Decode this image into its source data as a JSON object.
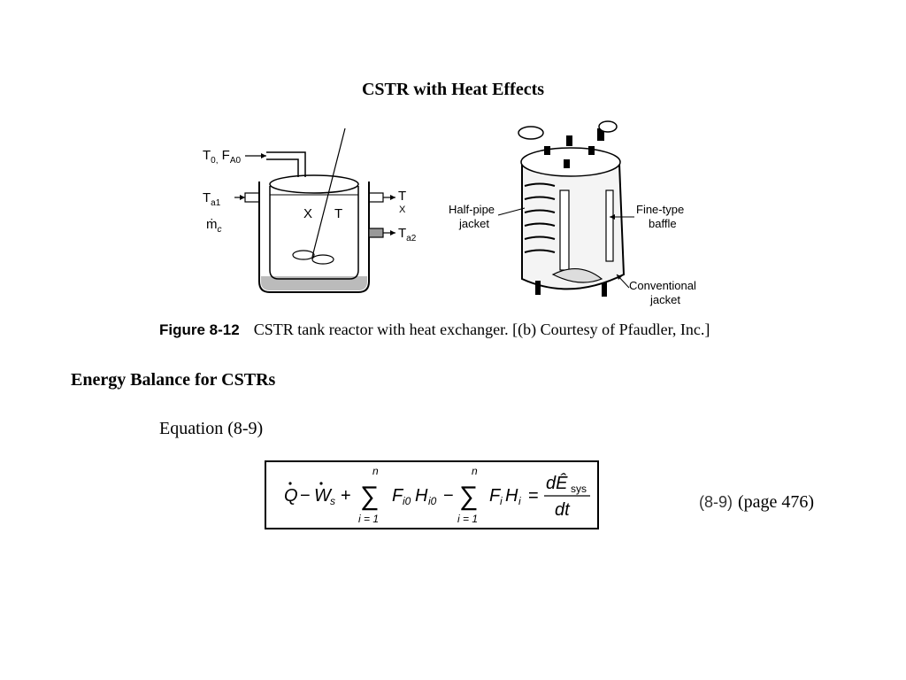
{
  "slide": {
    "title": "CSTR with Heat Effects",
    "section_heading": "Energy Balance for CSTRs",
    "equation_ref": "Equation (8-9)",
    "equation_number": "(8-9)",
    "page_ref": "(page 476)"
  },
  "figure": {
    "caption_label": "Figure 8-12",
    "caption_text": "CSTR tank reactor with heat exchanger. [(b) Courtesy of Pfaudler, Inc.]",
    "left_diagram": {
      "inlet_feed": "T",
      "inlet_feed_sub": "0,",
      "inlet_feed_b": " F",
      "inlet_feed_b_sub": "A0",
      "coolant_in": "T",
      "coolant_in_sub": "a1",
      "coolant_flow": "ṁ",
      "coolant_flow_sub": "c",
      "tank_x": "X",
      "tank_t": "T",
      "outlet_t": "T",
      "outlet_x": "X",
      "coolant_out": "T",
      "coolant_out_sub": "a2"
    },
    "right_diagram": {
      "half_pipe_line1": "Half-pipe",
      "half_pipe_line2": "jacket",
      "baffle_line1": "Fine-type",
      "baffle_line2": "baffle",
      "conv_line1": "Conventional",
      "conv_line2": "jacket"
    }
  },
  "equation": {
    "q": "Q",
    "minus1": "−",
    "w": "W",
    "w_sub": "s",
    "plus": "+",
    "sum_upper": "n",
    "sum_lower": "i = 1",
    "sum_sign": "∑",
    "f1": "F",
    "f1_sub": "i0",
    "h1": "H",
    "h1_sub": "i0",
    "minus2": "−",
    "f2": "F",
    "f2_sub": "i",
    "h2": "H",
    "h2_sub": "i",
    "equals": "=",
    "numerator": "dÊ",
    "numerator_sub": "sys",
    "denominator": "dt"
  }
}
